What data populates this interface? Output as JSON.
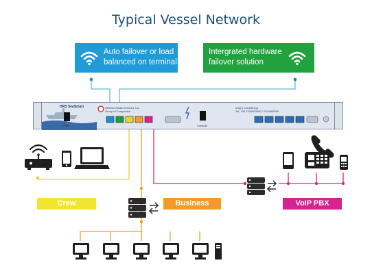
{
  "title": "Typical Vessel Network",
  "callouts": {
    "left": {
      "line1": "Auto failover or load",
      "line2": "balanced on terminal",
      "color": "#1f9bd7"
    },
    "right": {
      "line1": "Intergrated hardware",
      "line2": "failover solution",
      "color": "#22a23f"
    }
  },
  "device": {
    "brand": "HRS SeaSmart",
    "company_line1": "Hellenic Radio Services S.A.",
    "company_line2": "Group of Companies",
    "contact_line1": "hrsgr | info@hrs.gr",
    "contact_line2": "Tel: +30 2104000000 / 2104000000",
    "port_label_left": "PWR",
    "port_label_mid": "Console"
  },
  "groups": {
    "crew": {
      "label": "Crew",
      "color": "#f2e531"
    },
    "business": {
      "label": "Business",
      "color": "#f39a2b"
    },
    "voip": {
      "label": "VoIP PBX",
      "color": "#d6248f"
    }
  },
  "icons": [
    "wifi-icon",
    "router-icon",
    "phone-icon",
    "laptop-icon",
    "server-icon",
    "switch-arrows-icon",
    "desktop-icon",
    "tower-pc-icon",
    "desk-phone-icon",
    "cordless-phone-icon"
  ]
}
